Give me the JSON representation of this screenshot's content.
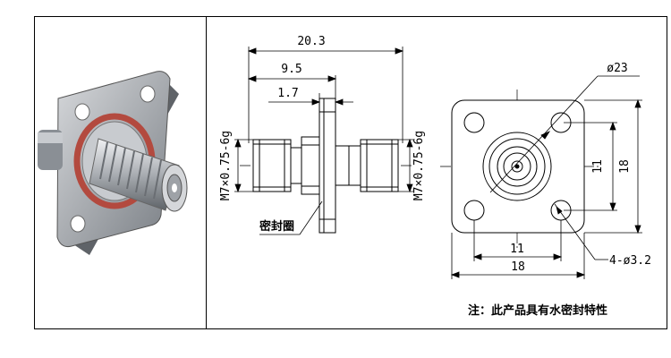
{
  "dimensions": {
    "overall_length": "20.3",
    "flange_offset": "9.5",
    "flange_thickness": "1.7",
    "thread_left": "M7×0.75-6g",
    "thread_right": "M7×0.75-6g",
    "seal_ring_label": "密封圈",
    "flange_diameter": "ø23",
    "hole_spacing_vertical": "11",
    "flange_height": "18",
    "hole_spacing_horizontal": "11",
    "flange_width": "18",
    "mounting_holes": "4-ø3.2"
  },
  "note": "注：此产品具有水密封特性",
  "colors": {
    "line": "#000000",
    "seal_ring": "#b34a3f",
    "metal_dark": "#6f7378",
    "metal_light": "#e3e5e8"
  }
}
